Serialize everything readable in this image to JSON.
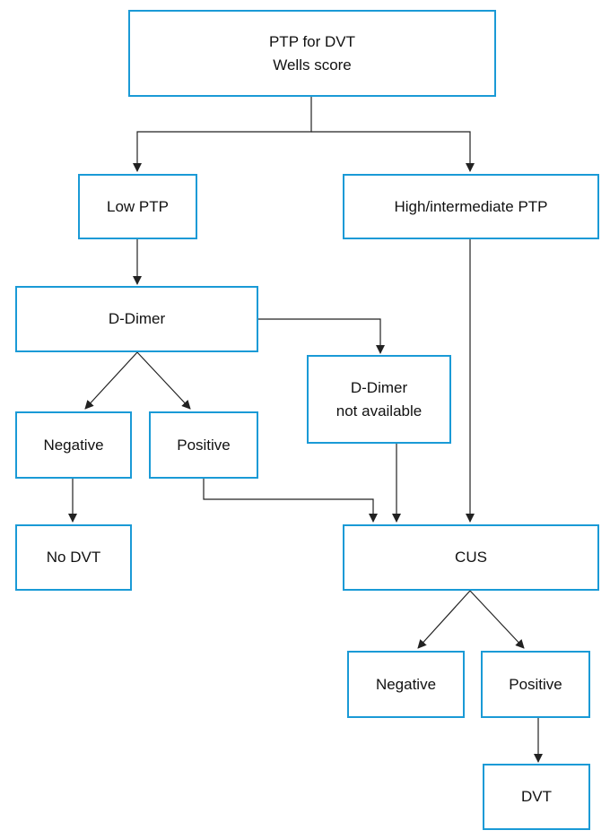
{
  "nodes": {
    "root": {
      "line1": "PTP for DVT",
      "line2": "Wells score"
    },
    "low_ptp": "Low PTP",
    "high_ptp": "High/intermediate PTP",
    "ddimer": "D-Dimer",
    "ddimer_na": {
      "line1": "D-Dimer",
      "line2": "not available"
    },
    "dd_negative": "Negative",
    "dd_positive": "Positive",
    "no_dvt": "No DVT",
    "cus": "CUS",
    "cus_negative": "Negative",
    "cus_positive": "Positive",
    "dvt": "DVT"
  },
  "colors": {
    "box_border": "#1a9ad6",
    "connector": "#222222",
    "text": "#111111"
  }
}
